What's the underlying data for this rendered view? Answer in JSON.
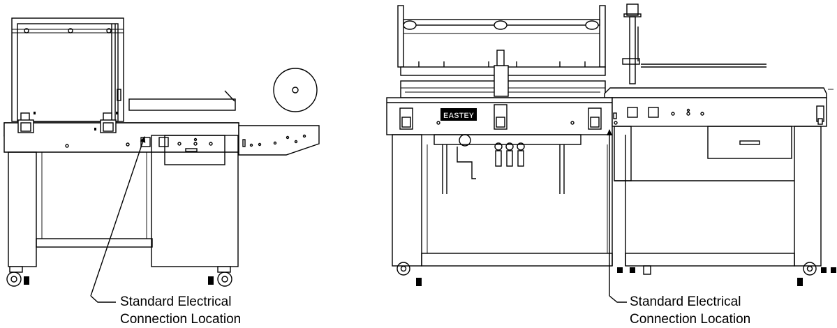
{
  "left_machine": {
    "callout_line1": "Standard Electrical",
    "callout_line2": "Connection Location"
  },
  "right_machine": {
    "callout_line1": "Standard Electrical",
    "callout_line2": "Connection Location",
    "brand_plate": "EASTEY"
  }
}
